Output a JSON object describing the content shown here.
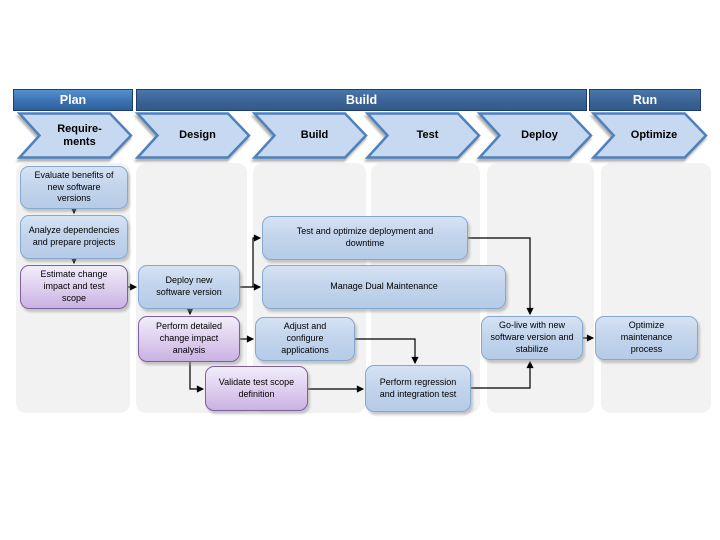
{
  "phases": [
    {
      "label": "Plan"
    },
    {
      "label": "Build"
    },
    {
      "label": "Run"
    }
  ],
  "stages": [
    {
      "label": "Require-\nments"
    },
    {
      "label": "Design"
    },
    {
      "label": "Build"
    },
    {
      "label": "Test"
    },
    {
      "label": "Deploy"
    },
    {
      "label": "Optimize"
    }
  ],
  "nodes": {
    "evaluate_benefits": {
      "label": "Evaluate benefits of new software versions",
      "style": "blue"
    },
    "analyze_dependencies": {
      "label": "Analyze dependencies and prepare projects",
      "style": "blue"
    },
    "estimate_change": {
      "label": "Estimate change impact and test scope",
      "style": "purple"
    },
    "deploy_new_version": {
      "label": "Deploy new software version",
      "style": "blue"
    },
    "perform_detailed_analysis": {
      "label": "Perform detailed change impact analysis",
      "style": "purple"
    },
    "test_optimize_deployment": {
      "label": "Test and optimize deployment and downtime",
      "style": "blue"
    },
    "manage_dual_maintenance": {
      "label": "Manage Dual Maintenance",
      "style": "blue"
    },
    "adjust_configure_apps": {
      "label": "Adjust and configure applications",
      "style": "blue"
    },
    "validate_test_scope": {
      "label": "Validate test scope definition",
      "style": "purple"
    },
    "perform_regression_test": {
      "label": "Perform regression and integration test",
      "style": "blue"
    },
    "go_live_stabilize": {
      "label": "Go-live with new software version and stabilize",
      "style": "blue"
    },
    "optimize_maintenance": {
      "label": "Optimize maintenance process",
      "style": "blue"
    }
  },
  "colors": {
    "phase_plan_top": "#5590cf",
    "phase_plan_bottom": "#2d5f9d",
    "phase_buildrun_top": "#4b76aa",
    "phase_buildrun_bottom": "#35598a",
    "phase_border": "#1c3d6e",
    "stage_fill": "#c6d9f0",
    "stage_border": "#4f81bd",
    "node_blue_fill": "#c3d5ec",
    "node_blue_border": "#85a8d0",
    "node_purple_fill": "#ddcdee",
    "node_purple_border": "#7d5fa0",
    "column_band": "#f2f2f2",
    "connector": "#000000"
  }
}
